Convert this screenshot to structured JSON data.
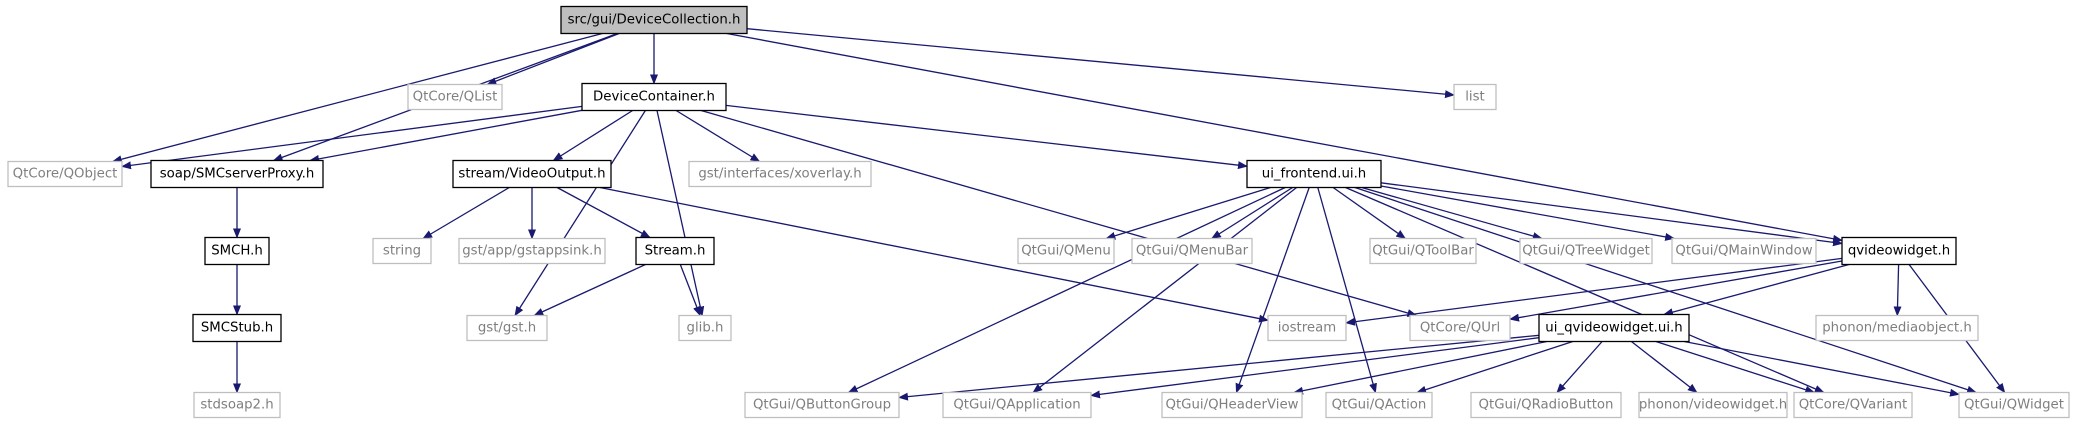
{
  "diagram": {
    "type": "include-dependency-graph",
    "colors": {
      "edge": "#191970",
      "focus_fill": "#bfbfbf",
      "local_border": "#000000",
      "external_border": "#bfbfbf",
      "external_text": "#7f7f7f"
    },
    "nodes": [
      {
        "id": "devcol",
        "label": "src/gui/DeviceCollection.h",
        "kind": "focus"
      },
      {
        "id": "qlist",
        "label": "QtCore/QList",
        "kind": "external"
      },
      {
        "id": "devcont",
        "label": "DeviceContainer.h",
        "kind": "local"
      },
      {
        "id": "list",
        "label": "list",
        "kind": "external"
      },
      {
        "id": "qobject",
        "label": "QtCore/QObject",
        "kind": "external"
      },
      {
        "id": "soapproxy",
        "label": "soap/SMCserverProxy.h",
        "kind": "local"
      },
      {
        "id": "videoout",
        "label": "stream/VideoOutput.h",
        "kind": "local"
      },
      {
        "id": "xoverlay",
        "label": "gst/interfaces/xoverlay.h",
        "kind": "external"
      },
      {
        "id": "frontend",
        "label": "ui_frontend.ui.h",
        "kind": "local"
      },
      {
        "id": "qvideo",
        "label": "qvideowidget.h",
        "kind": "local"
      },
      {
        "id": "smch",
        "label": "SMCH.h",
        "kind": "local"
      },
      {
        "id": "smcstub",
        "label": "SMCStub.h",
        "kind": "local"
      },
      {
        "id": "stdsoap",
        "label": "stdsoap2.h",
        "kind": "external"
      },
      {
        "id": "string",
        "label": "string",
        "kind": "external"
      },
      {
        "id": "gstapp",
        "label": "gst/app/gstappsink.h",
        "kind": "external"
      },
      {
        "id": "stream",
        "label": "Stream.h",
        "kind": "local"
      },
      {
        "id": "gst",
        "label": "gst/gst.h",
        "kind": "external"
      },
      {
        "id": "glib",
        "label": "glib.h",
        "kind": "external"
      },
      {
        "id": "iostream",
        "label": "iostream",
        "kind": "external"
      },
      {
        "id": "qurl",
        "label": "QtCore/QUrl",
        "kind": "external"
      },
      {
        "id": "qmenu",
        "label": "QtGui/QMenu",
        "kind": "external"
      },
      {
        "id": "qmenubar",
        "label": "QtGui/QMenuBar",
        "kind": "external"
      },
      {
        "id": "qtoolbar",
        "label": "QtGui/QToolBar",
        "kind": "external"
      },
      {
        "id": "qtree",
        "label": "QtGui/QTreeWidget",
        "kind": "external"
      },
      {
        "id": "qmainwin",
        "label": "QtGui/QMainWindow",
        "kind": "external"
      },
      {
        "id": "uiqvideo",
        "label": "ui_qvideowidget.ui.h",
        "kind": "local"
      },
      {
        "id": "phmedia",
        "label": "phonon/mediaobject.h",
        "kind": "external"
      },
      {
        "id": "qbtngrp",
        "label": "QtGui/QButtonGroup",
        "kind": "external"
      },
      {
        "id": "qapp",
        "label": "QtGui/QApplication",
        "kind": "external"
      },
      {
        "id": "qheader",
        "label": "QtGui/QHeaderView",
        "kind": "external"
      },
      {
        "id": "qaction",
        "label": "QtGui/QAction",
        "kind": "external"
      },
      {
        "id": "qradio",
        "label": "QtGui/QRadioButton",
        "kind": "external"
      },
      {
        "id": "phvideo",
        "label": "phonon/videowidget.h",
        "kind": "external"
      },
      {
        "id": "qvariant",
        "label": "QtCore/QVariant",
        "kind": "external"
      },
      {
        "id": "qwidget",
        "label": "QtGui/QWidget",
        "kind": "external"
      }
    ],
    "edges": [
      [
        "devcol",
        "qlist"
      ],
      [
        "devcol",
        "devcont"
      ],
      [
        "devcol",
        "list"
      ],
      [
        "devcol",
        "qobject"
      ],
      [
        "devcol",
        "soapproxy"
      ],
      [
        "devcol",
        "qvideo"
      ],
      [
        "devcont",
        "qobject"
      ],
      [
        "devcont",
        "soapproxy"
      ],
      [
        "devcont",
        "videoout"
      ],
      [
        "devcont",
        "xoverlay"
      ],
      [
        "devcont",
        "frontend"
      ],
      [
        "devcont",
        "gst"
      ],
      [
        "devcont",
        "glib"
      ],
      [
        "devcont",
        "qurl"
      ],
      [
        "soapproxy",
        "smch"
      ],
      [
        "smch",
        "smcstub"
      ],
      [
        "smcstub",
        "stdsoap"
      ],
      [
        "videoout",
        "string"
      ],
      [
        "videoout",
        "gstapp"
      ],
      [
        "videoout",
        "stream"
      ],
      [
        "videoout",
        "iostream"
      ],
      [
        "stream",
        "gst"
      ],
      [
        "stream",
        "glib"
      ],
      [
        "frontend",
        "qmenu"
      ],
      [
        "frontend",
        "qmenubar"
      ],
      [
        "frontend",
        "qtoolbar"
      ],
      [
        "frontend",
        "qtree"
      ],
      [
        "frontend",
        "qmainwin"
      ],
      [
        "frontend",
        "qvideo"
      ],
      [
        "frontend",
        "qbtngrp"
      ],
      [
        "frontend",
        "qapp"
      ],
      [
        "frontend",
        "qheader"
      ],
      [
        "frontend",
        "qaction"
      ],
      [
        "frontend",
        "qvariant"
      ],
      [
        "frontend",
        "qwidget"
      ],
      [
        "qvideo",
        "iostream"
      ],
      [
        "qvideo",
        "qurl"
      ],
      [
        "qvideo",
        "uiqvideo"
      ],
      [
        "qvideo",
        "phmedia"
      ],
      [
        "qvideo",
        "qwidget"
      ],
      [
        "uiqvideo",
        "qbtngrp"
      ],
      [
        "uiqvideo",
        "qapp"
      ],
      [
        "uiqvideo",
        "qheader"
      ],
      [
        "uiqvideo",
        "qaction"
      ],
      [
        "uiqvideo",
        "qradio"
      ],
      [
        "uiqvideo",
        "phvideo"
      ],
      [
        "uiqvideo",
        "qvariant"
      ],
      [
        "uiqvideo",
        "qwidget"
      ]
    ]
  }
}
